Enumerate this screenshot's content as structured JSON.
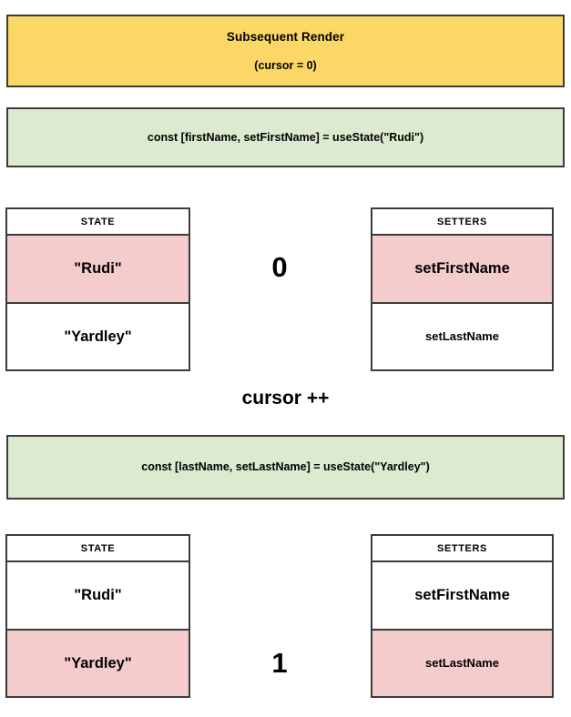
{
  "diagram": {
    "title": "useState hook cursor diagram",
    "colors": {
      "banner_yellow": "#fbd766",
      "code_green": "#dceacf",
      "highlight_pink": "#f5cccc",
      "border": "#3b3b3b",
      "text": "#000000",
      "cell_white": "#ffffff"
    }
  },
  "render_banner": {
    "title": "Subsequent Render",
    "cursor_label": "(cursor = 0)"
  },
  "code_lines": {
    "first": "const [firstName, setFirstName] = useState(\"Rudi\")",
    "second": "const [lastName, setLastName] = useState(\"Yardley\")"
  },
  "cursor_increment_label": "cursor ++",
  "stage_one": {
    "cursor_value": "0",
    "state_table": {
      "header": "STATE",
      "rows": [
        {
          "value": "\"Rudi\"",
          "highlighted": true
        },
        {
          "value": "\"Yardley\"",
          "highlighted": false
        }
      ]
    },
    "setters_table": {
      "header": "SETTERS",
      "rows": [
        {
          "value": "setFirstName",
          "highlighted": true
        },
        {
          "value": "setLastName",
          "highlighted": false
        }
      ]
    }
  },
  "stage_two": {
    "cursor_value": "1",
    "state_table": {
      "header": "STATE",
      "rows": [
        {
          "value": "\"Rudi\"",
          "highlighted": false
        },
        {
          "value": "\"Yardley\"",
          "highlighted": true
        }
      ]
    },
    "setters_table": {
      "header": "SETTERS",
      "rows": [
        {
          "value": "setFirstName",
          "highlighted": false
        },
        {
          "value": "setLastName",
          "highlighted": true
        }
      ]
    }
  }
}
